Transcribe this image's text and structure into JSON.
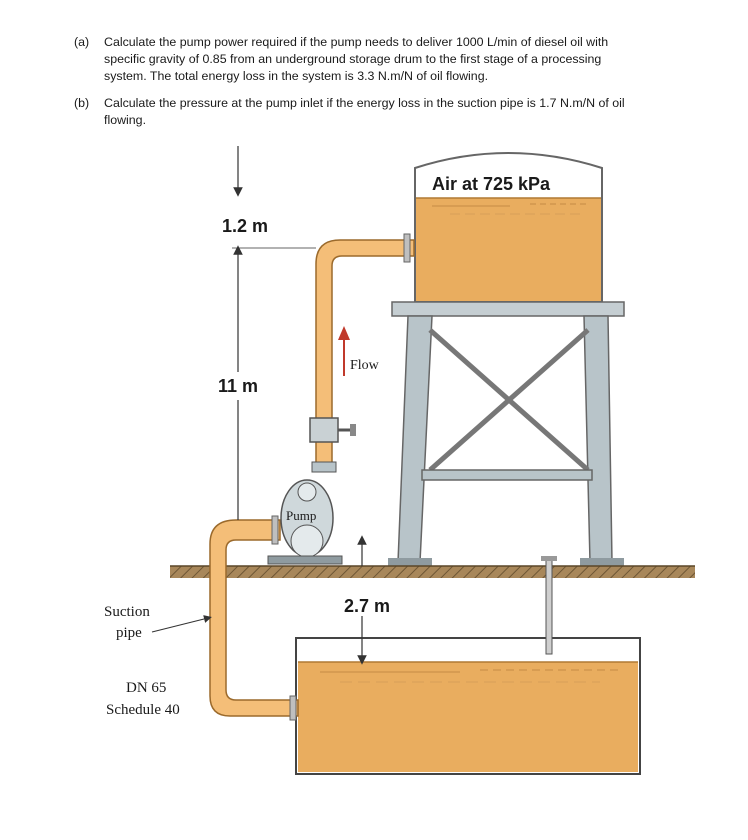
{
  "problem": {
    "a_label": "(a)",
    "a_line1": "Calculate the pump power required if the pump needs to deliver 1000 L/min of diesel oil with",
    "a_line2": "specific gravity of 0.85 from an underground storage drum to the first stage of a processing",
    "a_line3": "system. The total energy loss in the system is 3.3 N.m/N of oil flowing.",
    "b_label": "(b)",
    "b_line1": "Calculate the pressure at the pump inlet if the energy loss in the suction pipe is 1.7 N.m/N of oil",
    "b_line2": "flowing."
  },
  "figure": {
    "tank_label": "Air at 725 kPa",
    "dim_top": "1.2 m",
    "dim_middle": "11 m",
    "dim_bottom": "2.7 m",
    "flow_label": "Flow",
    "pump_label": "Pump",
    "suction_line1": "Suction",
    "suction_line2": "pipe",
    "pipe_spec_line1": "DN 65",
    "pipe_spec_line2": "Schedule 40"
  },
  "colors": {
    "oil": "#e9ad5f",
    "pipe": "#f4be78",
    "steel": "#b8c4c9",
    "ground": "#9a7a4c"
  }
}
